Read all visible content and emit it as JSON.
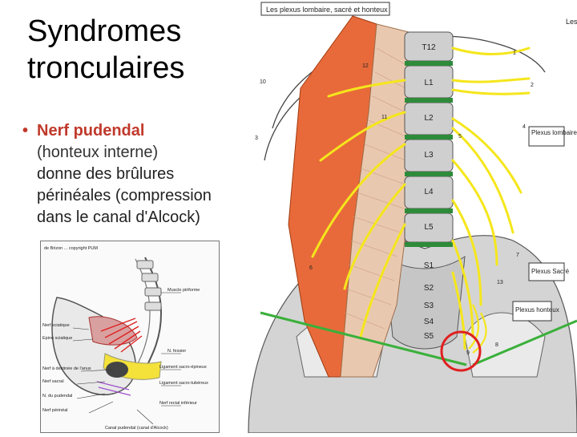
{
  "slide": {
    "title_line1": "Syndromes",
    "title_line2": "tronculaires",
    "bullet": {
      "label": "Nerf pudendal",
      "line2": "(honteux interne)",
      "line3": "donne des brûlures",
      "line4": "périnéales (compression",
      "line5": "dans le canal d'Alcock)"
    }
  },
  "left_figure": {
    "credit": "de Brizon ... copyright PUM",
    "labels": [
      "Muscle piriforme",
      "Nerf sciatique",
      "Epine sciatique",
      "N. fessier",
      "Nerf à destinée de l'anus",
      "Ligament sacro-épineux",
      "Nerf sacral",
      "Ligament sacro-tubéreux",
      "N. du pudendal",
      "Nerf rectal inférieur",
      "Nerf périnéal",
      "Canal pudendal (canal d'Alcock)"
    ]
  },
  "right_figure": {
    "header": "Les plexus lombaire, sacré et honteux",
    "corner_text": "Les\nne",
    "vertebrae": [
      "T12",
      "L1",
      "L2",
      "L3",
      "L4",
      "L5",
      "S1",
      "S2",
      "S3",
      "S4",
      "S5"
    ],
    "plexus_labels": [
      "Plexus lombaire",
      "Plexus Sacré",
      "Plexus honteux"
    ],
    "numbers": [
      "1",
      "2",
      "3",
      "4",
      "5",
      "6",
      "7",
      "8",
      "9",
      "10",
      "11",
      "12",
      "13"
    ],
    "highlight_number": "9",
    "colors": {
      "nerve": "#f5e61c",
      "muscle": "#e86a3a",
      "bone": "#cfcfcf",
      "disc": "#2e8b3a",
      "highlight": "#e02020",
      "guide_line": "#3ab03a"
    }
  }
}
